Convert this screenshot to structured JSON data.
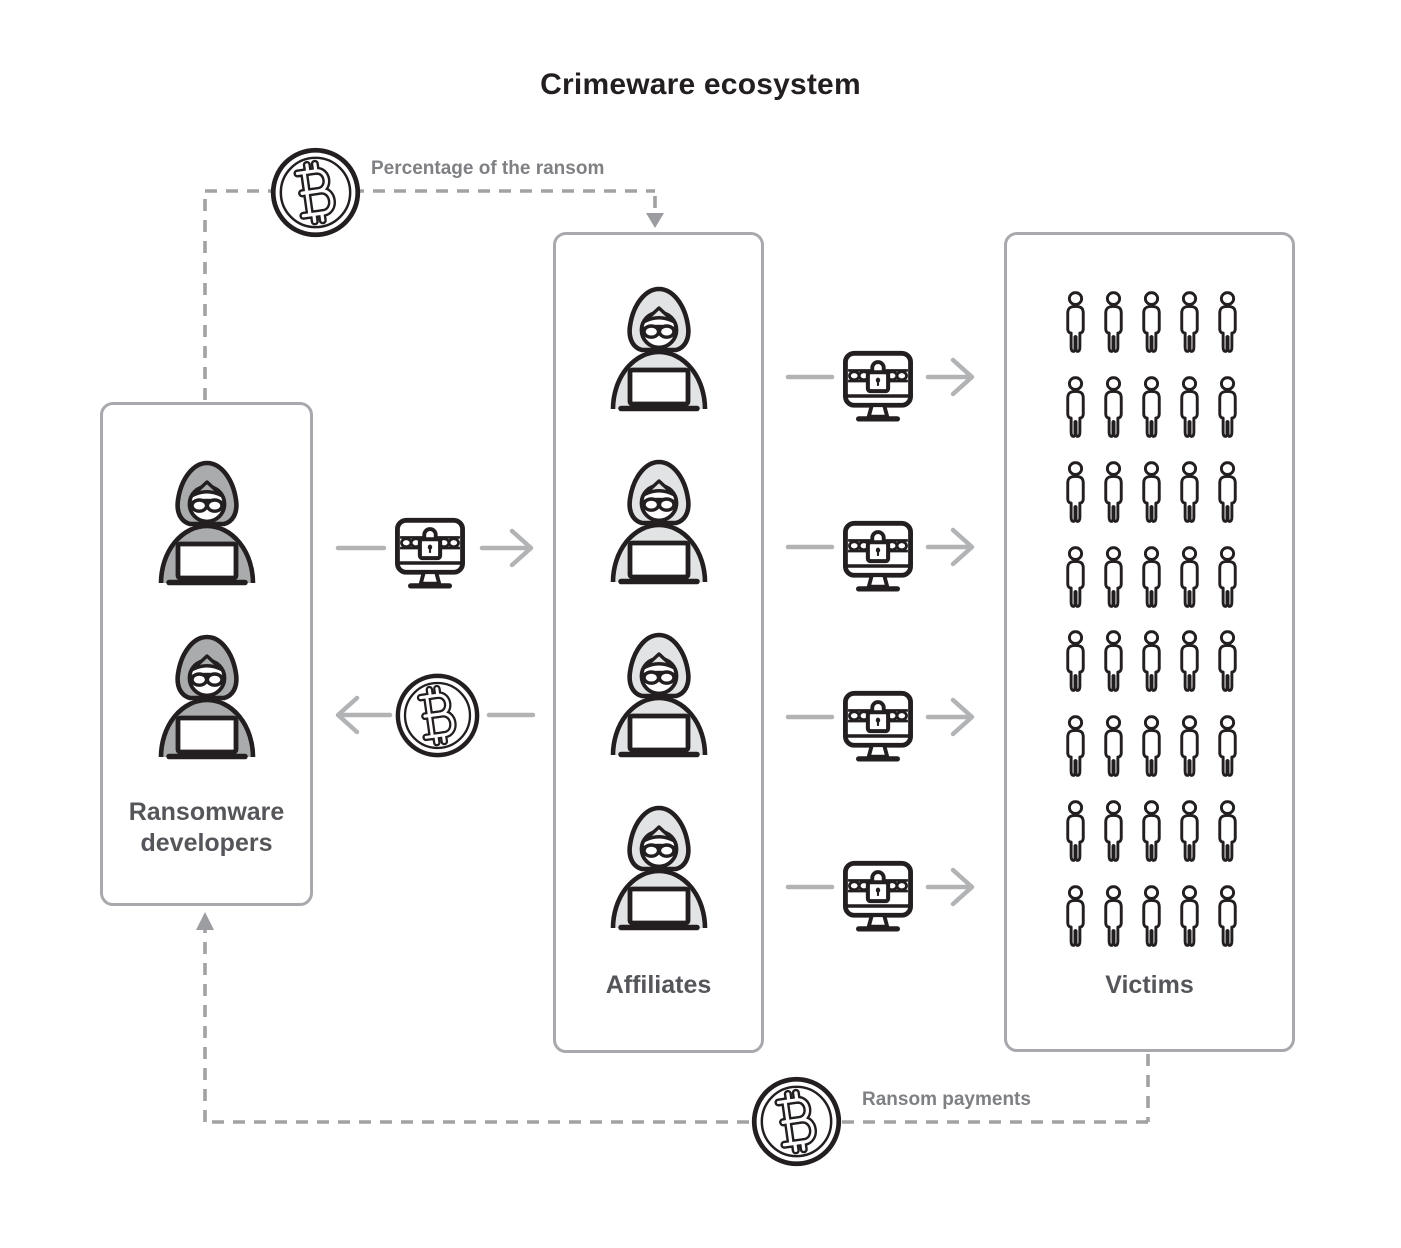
{
  "title": "Crimeware ecosystem",
  "boxes": {
    "developers": {
      "label": "Ransomware developers",
      "actor_count": 2
    },
    "affiliates": {
      "label": "Affiliates",
      "actor_count": 4
    },
    "victims": {
      "label": "Victims",
      "grid_rows": 8,
      "grid_cols": 5,
      "person_count": 40
    }
  },
  "flow_labels": {
    "top": "Percentage of the ransom",
    "bottom": "Ransom payments"
  },
  "icons": {
    "bitcoin": "bitcoin-coin-icon",
    "locked_computer": "locked-computer-icon",
    "hacker": "hooded-hacker-laptop-icon",
    "person": "person-icon"
  },
  "colors": {
    "title_text": "#231f20",
    "icon_outline": "#231f20",
    "box_border": "#a7a9ac",
    "box_label_text": "#55565a",
    "flow_label_text": "#7e8083",
    "connector": "#b1b3b5",
    "dashed_line": "#a0a2a4",
    "developer_hood_fill": "#a9abad",
    "affiliate_hood_fill": "#e2e3e4"
  }
}
